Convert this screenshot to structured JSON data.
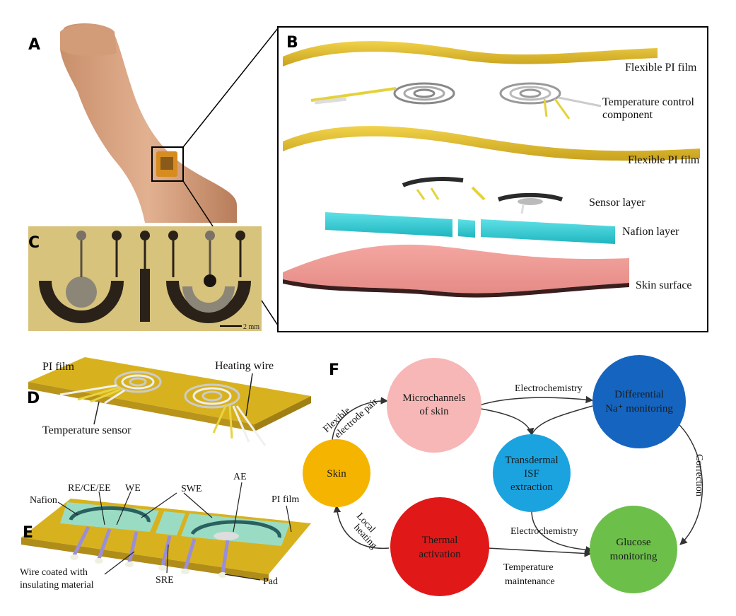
{
  "panels": {
    "A": "A",
    "B": "B",
    "C": "C",
    "D": "D",
    "E": "E",
    "F": "F"
  },
  "panel_b": {
    "layers": [
      "Flexible PI film",
      "Temperature control",
      "component",
      "Flexible PI film",
      "Sensor layer",
      "Nafion layer",
      "Skin surface"
    ]
  },
  "panel_c": {
    "scale_bar": "2 mm"
  },
  "panel_d": {
    "pi_film": "PI film",
    "heating_wire": "Heating wire",
    "temp_sensor": "Temperature sensor"
  },
  "panel_e": {
    "nafion": "Nafion",
    "re_ce_ee": "RE/CE/EE",
    "we": "WE",
    "swe": "SWE",
    "ae": "AE",
    "pi_film": "PI film",
    "wire_line1": "Wire coated with",
    "wire_line2": "insulating material",
    "sre": "SRE",
    "pad": "Pad"
  },
  "panel_f": {
    "nodes": {
      "skin": "Skin",
      "microchannels_1": "Microchannels",
      "microchannels_2": "of skin",
      "differential_1": "Differential",
      "differential_2": "Na⁺ monitoring",
      "transdermal_1": "Transdermal",
      "transdermal_2": "ISF",
      "transdermal_3": "extraction",
      "thermal_1": "Thermal",
      "thermal_2": "activation",
      "glucose_1": "Glucose",
      "glucose_2": "monitoring"
    },
    "edges": {
      "flexible_1": "Flexible",
      "flexible_2": "electrode pair",
      "electrochem_top": "Electrochemistry",
      "correction": "Correction",
      "electrochem_bottom": "Electrochemistry",
      "local_1": "Local",
      "local_2": "heating",
      "temp_1": "Temperature",
      "temp_2": "maintenance"
    },
    "colors": {
      "skin": "#f5b400",
      "microchannels": "#f7b7b7",
      "differential": "#1565c0",
      "transdermal": "#1ba3e0",
      "thermal": "#e01818",
      "glucose": "#6cc04a"
    }
  }
}
